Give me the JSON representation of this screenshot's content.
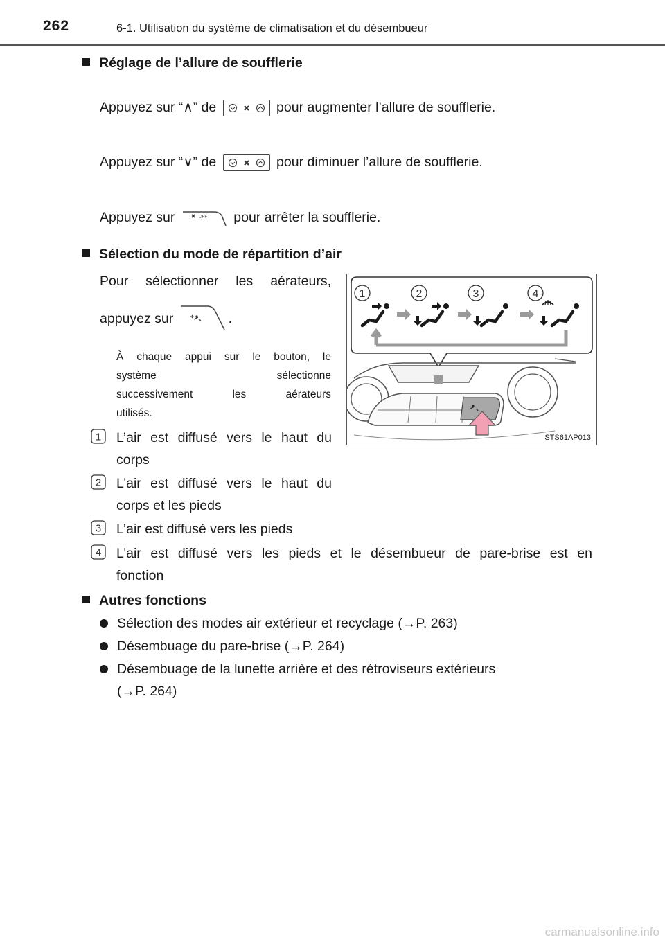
{
  "header": {
    "page_number": "262",
    "chapter_title": "6-1. Utilisation du système de climatisation et du désembueur"
  },
  "fan_section": {
    "heading": "Réglage de l’allure de soufflerie",
    "line_up_before": "Appuyez sur “",
    "line_up_symbol": "∧",
    "line_up_mid": "” de",
    "line_up_after": "pour augmenter l’allure de soufflerie.",
    "line_down_before": "Appuyez sur “",
    "line_down_symbol": "∨",
    "line_down_mid": "” de",
    "line_down_after": "pour diminuer l’allure de soufflerie.",
    "line_off_before": "Appuyez sur",
    "line_off_after": "pour arrêter la soufflerie.",
    "off_button_label": "OFF"
  },
  "mode_section": {
    "heading": "Sélection du mode de répartition d’air",
    "intro_line1": "Pour sélectionner les aérateurs,",
    "intro_line2_before": "appuyez sur",
    "intro_line2_after": ".",
    "note_lines": [
      "À chaque appui sur le bouton, le",
      "système sélectionne",
      "successivement les aérateurs",
      "utilisés."
    ],
    "items": [
      {
        "num": "1",
        "lines": [
          "L’air est diffusé vers le haut du",
          "corps"
        ]
      },
      {
        "num": "2",
        "lines": [
          "L’air est diffusé vers le haut du",
          "corps et les pieds"
        ]
      },
      {
        "num": "3",
        "lines": [
          "L’air est diffusé vers les pieds"
        ]
      },
      {
        "num": "4",
        "lines": [
          "L’air est diffusé vers les pieds et le désembueur de pare-brise est en",
          "fonction"
        ]
      }
    ]
  },
  "figure": {
    "labels": [
      "1",
      "2",
      "3",
      "4"
    ],
    "code": "STS61AP013"
  },
  "other_section": {
    "heading": "Autres fonctions",
    "bullets": [
      {
        "lines": [
          "Sélection des modes air extérieur et recyclage (→P. 263)"
        ]
      },
      {
        "lines": [
          "Désembuage du pare-brise (→P. 264)"
        ]
      },
      {
        "lines": [
          "Désembuage de la lunette arrière et des rétroviseurs extérieurs",
          "(→P. 264)"
        ]
      }
    ]
  },
  "watermark": "carmanualsonline.info"
}
